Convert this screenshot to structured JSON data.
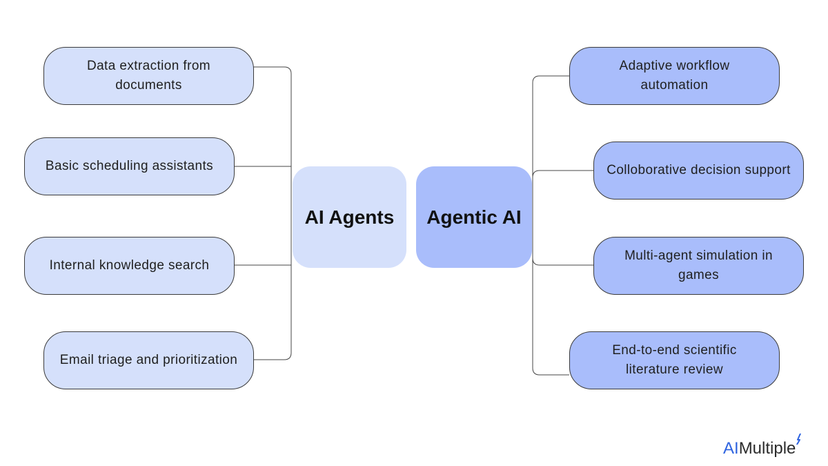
{
  "left_hub": {
    "label": "AI Agents"
  },
  "right_hub": {
    "label": "Agentic AI"
  },
  "left_items": [
    {
      "label": "Data extraction from documents"
    },
    {
      "label": "Basic scheduling assistants"
    },
    {
      "label": "Internal knowledge search"
    },
    {
      "label": "Email triage and prioritization"
    }
  ],
  "right_items": [
    {
      "label": "Adaptive workflow automation"
    },
    {
      "label": "Colloborative decision support"
    },
    {
      "label": "Multi-agent simulation in games"
    },
    {
      "label": "End-to-end scientific literature review"
    }
  ],
  "logo": {
    "prefix": "AI",
    "suffix": "Multiple"
  },
  "colors": {
    "left_fill": "#d5e0fb",
    "right_fill": "#a9bdfb",
    "logo_accent": "#2f64e0"
  }
}
